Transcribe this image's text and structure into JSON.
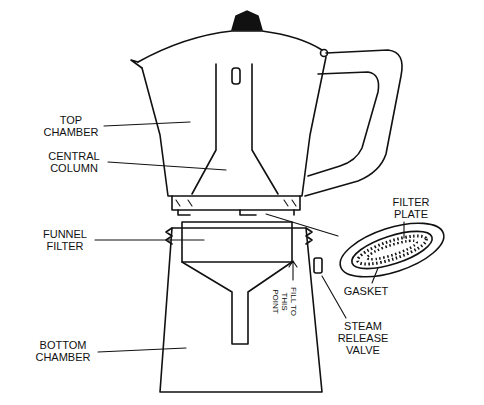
{
  "diagram": {
    "labels": [
      "TOP CHAMBER",
      "CENTRAL COLUMN",
      "FUNNEL FILTER",
      "FILTER PLATE",
      "GASKET",
      "FILL TO THIS POINT",
      "STEAM RELEASE VALVE",
      "BOTTOM CHAMBER"
    ]
  }
}
